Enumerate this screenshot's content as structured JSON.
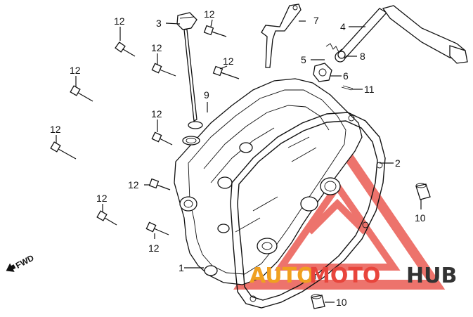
{
  "callouts": [
    {
      "id": "p1",
      "label": "1"
    },
    {
      "id": "p2",
      "label": "2"
    },
    {
      "id": "p3",
      "label": "3"
    },
    {
      "id": "p4",
      "label": "4"
    },
    {
      "id": "p5",
      "label": "5"
    },
    {
      "id": "p6",
      "label": "6"
    },
    {
      "id": "p7",
      "label": "7"
    },
    {
      "id": "p8",
      "label": "8"
    },
    {
      "id": "p9",
      "label": "9"
    },
    {
      "id": "p10a",
      "label": "10"
    },
    {
      "id": "p10b",
      "label": "10"
    },
    {
      "id": "p11",
      "label": "11"
    },
    {
      "id": "p12a",
      "label": "12"
    },
    {
      "id": "p12b",
      "label": "12"
    },
    {
      "id": "p12c",
      "label": "12"
    },
    {
      "id": "p12d",
      "label": "12"
    },
    {
      "id": "p12e",
      "label": "12"
    },
    {
      "id": "p12f",
      "label": "12"
    },
    {
      "id": "p12g",
      "label": "12"
    },
    {
      "id": "p12h",
      "label": "12"
    },
    {
      "id": "p12i",
      "label": "12"
    },
    {
      "id": "p12j",
      "label": "12"
    }
  ],
  "direction": {
    "label": "FWD"
  },
  "watermark": {
    "text_a": "AUTO",
    "text_b": "MOTO",
    "text_c": "HUB",
    "color_primary": "#e8453c",
    "color_secondary": "#f0a020",
    "color_dark": "#333333"
  }
}
